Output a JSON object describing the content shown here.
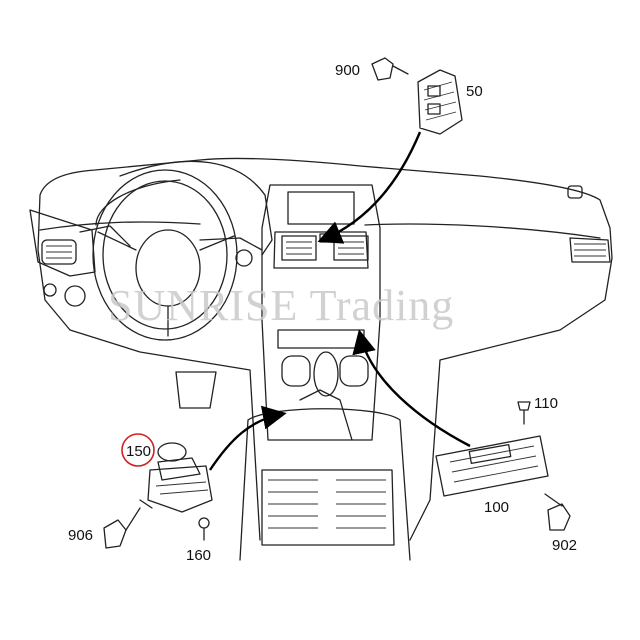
{
  "watermark": "SUNRISE Trading",
  "callouts": [
    {
      "id": "900",
      "text": "900"
    },
    {
      "id": "50",
      "text": "50"
    },
    {
      "id": "110",
      "text": "110"
    },
    {
      "id": "150",
      "text": "150"
    },
    {
      "id": "100",
      "text": "100"
    },
    {
      "id": "906",
      "text": "906"
    },
    {
      "id": "160",
      "text": "160"
    },
    {
      "id": "902",
      "text": "902"
    }
  ],
  "colors": {
    "highlight_circle": "#cc2222",
    "line": "#222222",
    "watermark": "#c9c9c9"
  }
}
